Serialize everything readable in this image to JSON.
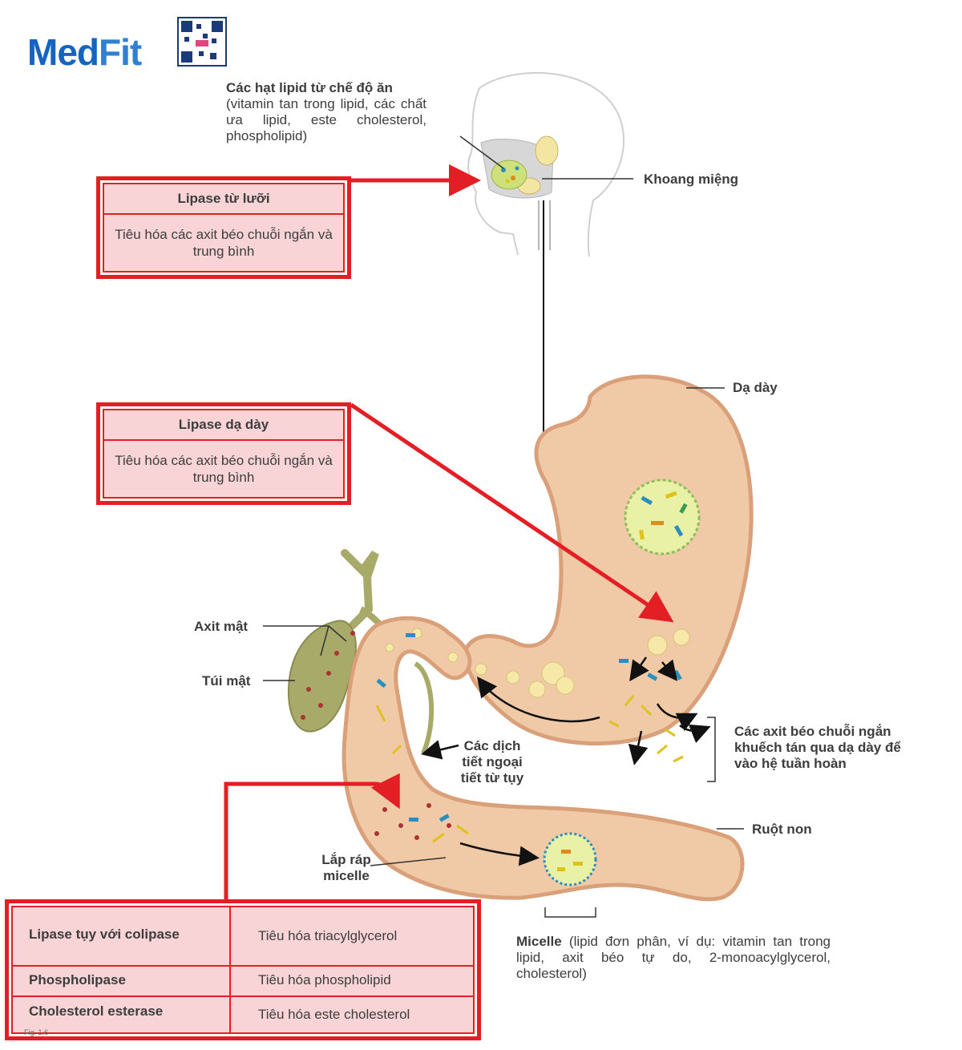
{
  "logo": {
    "text_med": "Med",
    "text_fit": "Fit"
  },
  "labels": {
    "diet_lipid_title": "Các hạt lipid từ chế độ ăn",
    "diet_lipid_desc": "(vitamin tan trong lipid, các chất ưa lipid, este cholesterol, phospholipid)",
    "oral_cavity": "Khoang miệng",
    "stomach": "Dạ dày",
    "bile_acid": "Axit mật",
    "gallbladder": "Túi mật",
    "pancreatic_secretion": "Các dịch tiết ngoại tiết từ tụy",
    "short_fa": "Các axit béo chuỗi ngắn khuếch tán qua dạ dày để vào hệ tuần hoàn",
    "small_intestine": "Ruột non",
    "micelle_assembly": "Lắp ráp micelle",
    "micelle_title": "Micelle",
    "micelle_desc": "(lipid đơn phân, ví dụ: vitamin tan trong lipid, axit béo tự do, 2-monoacylglycerol, cholesterol)",
    "fig": "Fig. 1.6"
  },
  "boxes": {
    "lingual": {
      "head": "Lipase từ lưỡi",
      "body": "Tiêu hóa các axit béo chuỗi ngắn và trung bình"
    },
    "gastric": {
      "head": "Lipase dạ dày",
      "body": "Tiêu hóa các axit béo chuỗi ngắn và trung bình"
    }
  },
  "enzyme_table": [
    {
      "name": "Lipase tụy với colipase",
      "desc": "Tiêu hóa triacylglycerol"
    },
    {
      "name": "Phospholipase",
      "desc": "Tiêu hóa phospholipid"
    },
    {
      "name": "Cholesterol esterase",
      "desc": "Tiêu hóa este cholesterol"
    }
  ],
  "colors": {
    "accent_red": "#e31e24",
    "box_fill": "#f8d4d6",
    "organ": "#f0c9a6",
    "organ_border": "#d9a07a",
    "gall": "#a8aa6a"
  }
}
